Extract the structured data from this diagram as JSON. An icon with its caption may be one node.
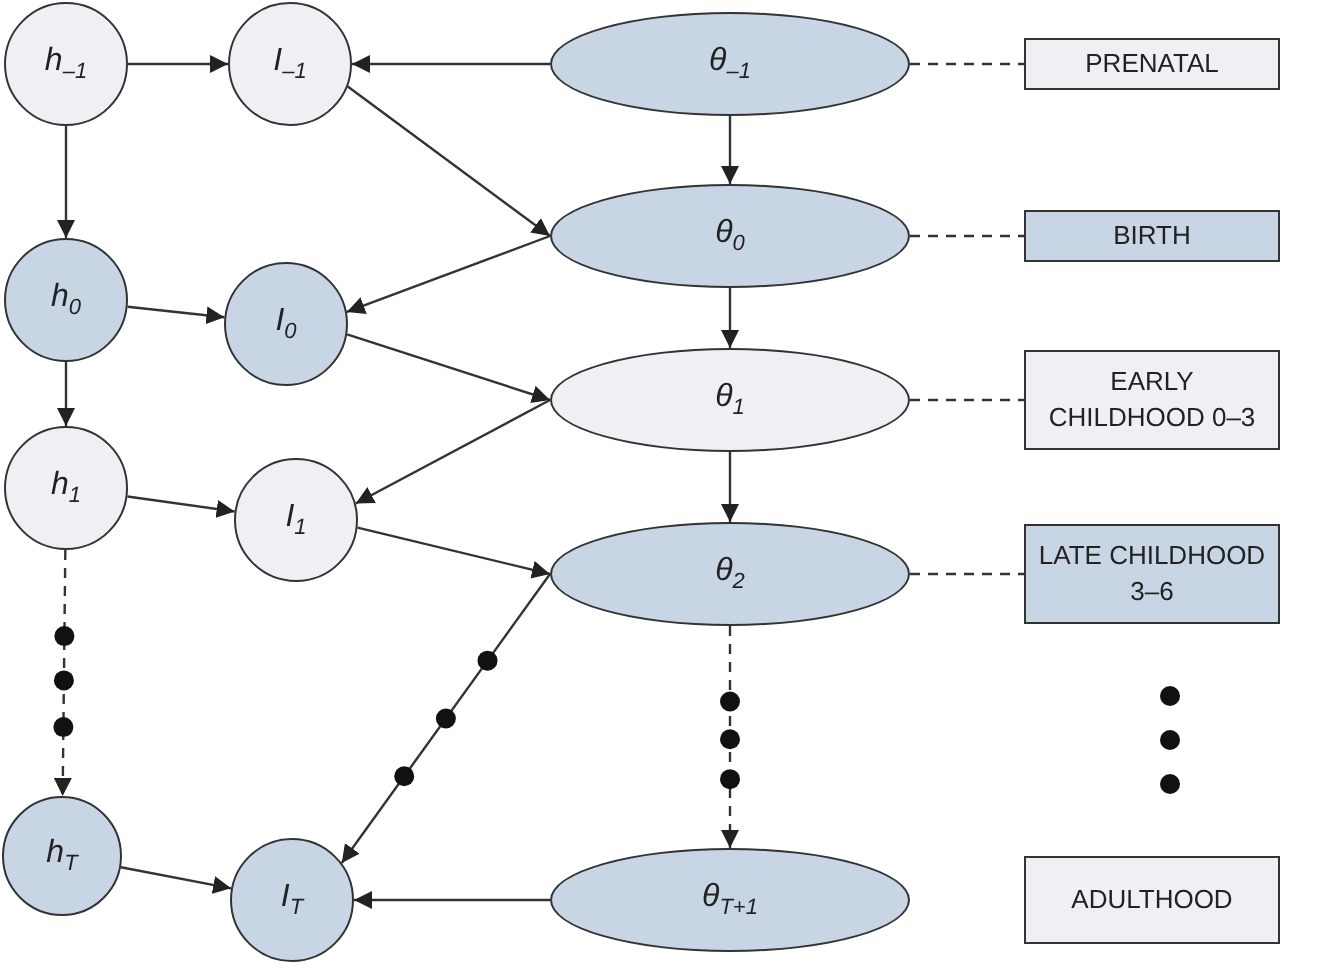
{
  "diagram": {
    "nodes": [
      {
        "text": [
          "h$_{–1}$"
        ]
      },
      {
        "text": [
          "I$_{–1}$"
        ]
      },
      {
        "text": [
          "θ$_{–1}$"
        ]
      },
      {
        "text": [
          "PRENATAL"
        ]
      },
      {
        "text": [
          "h$_{0}$"
        ]
      },
      {
        "text": [
          "I$_{0}$"
        ]
      },
      {
        "text": [
          "θ$_{0}$"
        ]
      },
      {
        "text": [
          "BIRTH"
        ]
      },
      {
        "text": [
          "h$_{1}$"
        ]
      },
      {
        "text": [
          "I$_{1}$"
        ]
      },
      {
        "text": [
          "θ$_{1}$"
        ]
      },
      {
        "text": [
          "EARLY CHILDHOOD 0–3"
        ]
      },
      {
        "text": [
          "θ$_{2}$"
        ]
      },
      {
        "text": [
          "LATE CHILDHOOD 3–6"
        ]
      },
      {
        "text": [
          "h$_{T}$"
        ]
      },
      {
        "text": [
          "I$_{T}$"
        ]
      },
      {
        "text": [
          "θ$_{T+1}$"
        ]
      },
      {
        "text": [
          "ADULTHOOD"
        ]
      }
    ],
    "edges": [
      {
        "from": 0,
        "to": 1,
        "arrow": "to"
      },
      {
        "from": 2,
        "to": 1,
        "arrow": "to"
      },
      {
        "from": 2,
        "to": 3,
        "arrow": "none",
        "style": "dashed"
      },
      {
        "from": 0,
        "to": 4,
        "arrow": "to"
      },
      {
        "from": 1,
        "to": 6,
        "arrow": "to"
      },
      {
        "from": 2,
        "to": 6,
        "arrow": "to"
      },
      {
        "from": 6,
        "to": 7,
        "arrow": "none",
        "style": "dashed"
      },
      {
        "from": 4,
        "to": 5,
        "arrow": "to"
      },
      {
        "from": 6,
        "to": 5,
        "arrow": "to"
      },
      {
        "from": 5,
        "to": 10,
        "arrow": "to"
      },
      {
        "from": 4,
        "to": 8,
        "arrow": "to"
      },
      {
        "from": 6,
        "to": 10,
        "arrow": "to"
      },
      {
        "from": 10,
        "to": 11,
        "arrow": "none",
        "style": "dashed"
      },
      {
        "from": 8,
        "to": 9,
        "arrow": "to"
      },
      {
        "from": 10,
        "to": 9,
        "arrow": "to"
      },
      {
        "from": 9,
        "to": 12,
        "arrow": "to"
      },
      {
        "from": 10,
        "to": 12,
        "arrow": "to"
      },
      {
        "from": 12,
        "to": 13,
        "arrow": "none",
        "style": "dashed"
      },
      {
        "from": 8,
        "to": 14,
        "arrow": "to",
        "style": "dashed"
      },
      {
        "from": 12,
        "to": 15,
        "arrow": "to"
      },
      {
        "from": 12,
        "to": 16,
        "arrow": "to",
        "style": "dashed"
      },
      {
        "from": 14,
        "to": 15,
        "arrow": "to"
      },
      {
        "from": 16,
        "to": 15,
        "arrow": "to"
      }
    ]
  }
}
